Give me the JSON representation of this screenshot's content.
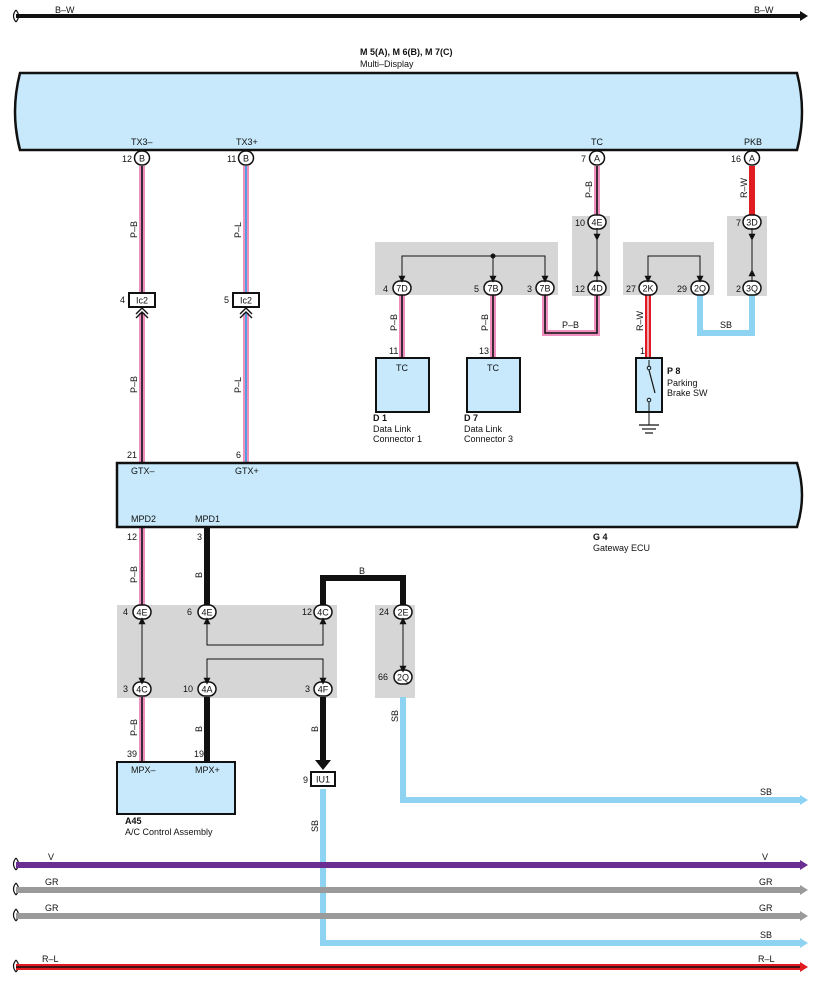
{
  "units": {
    "multi_display": {
      "code": "M 5(A), M 6(B), M 7(C)",
      "name": "Multi–Display",
      "pins": {
        "tx3m": "TX3–",
        "tx3p": "TX3+",
        "tc": "TC",
        "pkb": "PKB"
      }
    },
    "gateway_ecu": {
      "code": "G 4",
      "name": "Gateway ECU",
      "pins": {
        "gtxm": "GTX–",
        "gtxp": "GTX+",
        "mpd2": "MPD2",
        "mpd1": "MPD1"
      }
    },
    "dlc1": {
      "code": "D 1",
      "name_l1": "Data Link",
      "name_l2": "Connector 1",
      "pin": "TC"
    },
    "dlc3": {
      "code": "D 7",
      "name_l1": "Data Link",
      "name_l2": "Connector 3",
      "pin": "TC"
    },
    "parking_sw": {
      "code": "P 8",
      "name_l1": "Parking",
      "name_l2": "Brake SW"
    },
    "ac_control": {
      "code": "A45",
      "name": "A/C Control Assembly",
      "pins": {
        "mpxm": "MPX–",
        "mpxp": "MPX+"
      }
    }
  },
  "pins": {
    "md_txm": "12",
    "md_txp": "11",
    "md_tc": "7",
    "md_pkb": "16",
    "ic2_l": "4",
    "ic2_r": "5",
    "gw_gtxm": "21",
    "gw_gtxp": "6",
    "gw_mpd2": "12",
    "gw_mpd1": "3",
    "j4e_t": "10",
    "j4d_b": "12",
    "j3d_t": "7",
    "j3q_b": "2",
    "j7d": "4",
    "j7b1": "5",
    "j7b2": "3",
    "j2k": "27",
    "j2q": "29",
    "d1": "11",
    "d7": "13",
    "p8": "1",
    "m4e": "4",
    "m4e2": "6",
    "m4c": "12",
    "m2e": "24",
    "m4c_b": "3",
    "m4a": "10",
    "m4f": "3",
    "m2q": "66",
    "a45_m": "39",
    "a45_p": "19",
    "iu1": "9"
  },
  "connectors": {
    "b": "B",
    "a": "A",
    "ic2": "Ic2",
    "e4": "4E",
    "d4": "4D",
    "d3": "3D",
    "q3": "3Q",
    "d7": "7D",
    "b7": "7B",
    "k2": "2K",
    "q2": "2Q",
    "c4": "4C",
    "e2": "2E",
    "a4": "4A",
    "f4": "4F",
    "iu1": "IU1"
  },
  "wires": {
    "bw": "B–W",
    "pb": "P–B",
    "pl": "P–L",
    "rw": "R–W",
    "sb": "SB",
    "b": "B",
    "v": "V",
    "gr": "GR",
    "rl": "R–L"
  },
  "colors": {
    "pink": "#ef8fbf",
    "blue": "#4f9fe0",
    "red": "#e11b22",
    "skyblue": "#8fd3f2",
    "black": "#111111",
    "purple": "#6a2d91",
    "gray": "#9a9a9a",
    "component_fill": "#c7e9fb",
    "junction_fill": "#d6d6d6"
  }
}
